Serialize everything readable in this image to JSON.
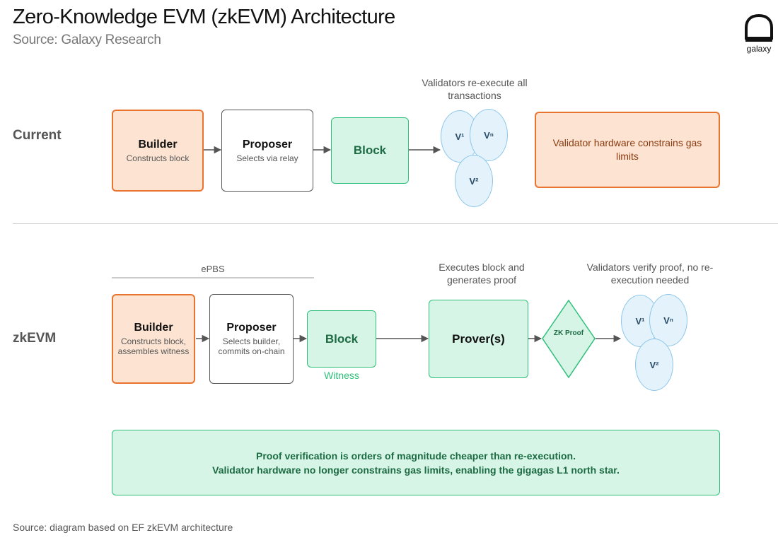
{
  "header": {
    "title": "Zero-Knowledge EVM (zkEVM) Architecture",
    "subtitle": "Source: Galaxy Research",
    "logo_text": "galaxy"
  },
  "current": {
    "label": "Current",
    "builder": {
      "title": "Builder",
      "sub": "Constructs block"
    },
    "proposer": {
      "title": "Proposer",
      "sub": "Selects via relay"
    },
    "block": {
      "title": "Block"
    },
    "validators_note": "Validators re-execute all transactions",
    "validators": [
      "V¹",
      "Vⁿ",
      "V²"
    ],
    "callout": "Validator hardware constrains gas limits"
  },
  "zkevm": {
    "label": "zkEVM",
    "epbs_label": "ePBS",
    "builder": {
      "title": "Builder",
      "sub": "Constructs block, assembles witness"
    },
    "proposer": {
      "title": "Proposer",
      "sub": "Selects builder, commits on-chain"
    },
    "block": {
      "title": "Block"
    },
    "witness_label": "Witness",
    "prover_note": "Executes block and generates proof",
    "prover": {
      "title": "Prover(s)"
    },
    "zk_proof": "ZK Proof",
    "validators_note": "Validators verify proof, no re-execution needed",
    "validators": [
      "V¹",
      "Vⁿ",
      "V²"
    ]
  },
  "summary": {
    "line1": "Proof verification is orders of magnitude cheaper than re-execution.",
    "line2": "Validator hardware no longer constrains gas limits, enabling the gigagas L1 north star."
  },
  "footer": {
    "source": "Source: diagram based on EF zkEVM architecture"
  },
  "colors": {
    "orange_border": "#e8742f",
    "orange_fill": "#fde4d2",
    "green_border": "#2ec07a",
    "green_fill": "#d6f5e6",
    "green_text": "#1d6b43",
    "validator_fill": "#e3f2fb",
    "validator_border": "#8dc6ea"
  }
}
